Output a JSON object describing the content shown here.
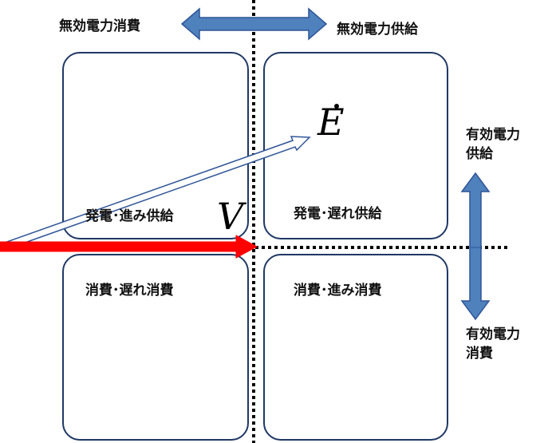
{
  "labels": {
    "reactive_consumption": "無効電力消費",
    "reactive_supply": "無効電力供給",
    "active_supply_line1": "有効電力",
    "active_supply_line2": "供給",
    "active_consumption_line1": "有効電力",
    "active_consumption_line2": "消費"
  },
  "quadrants": {
    "top_left": "発電･進み供給",
    "top_right": "発電･遅れ供給",
    "bottom_left": "消費･遅れ消費",
    "bottom_right": "消費･進み消費"
  },
  "vectors": {
    "e_label": "E",
    "v_label": "V"
  },
  "colors": {
    "box_border": "#1f3864",
    "arrow_blue": "#4f81bd",
    "arrow_blue_border": "#2f5597",
    "v_vector": "#ff0000",
    "e_vector_border": "#2f5597",
    "axis": "#000000"
  }
}
